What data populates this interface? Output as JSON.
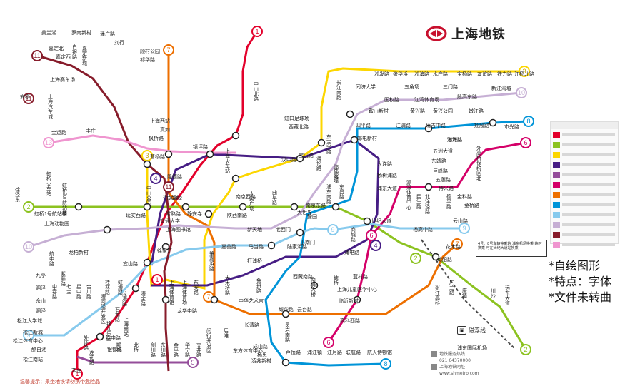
{
  "brand": {
    "name": "上海地铁",
    "logo_icon": "shanghai-metro-logo-icon",
    "color": "#c8102e"
  },
  "notes": [
    "*自绘图形",
    "*特点：字体",
    "*文件未转曲"
  ],
  "maglev_label": "磁浮线",
  "contact": {
    "hotline_label": "地铁服务热线",
    "hotline": "021 64370000",
    "web_label": "上海地铁网址",
    "web": "www.shmetro.com"
  },
  "transfer_note": "4号、8号车辆换乘站 浦东机场换乘 临时换乘 可在世纪大道站换乘",
  "footer": "温馨提示：乘坐地铁请勿携带危险品",
  "lines": [
    {
      "id": "1",
      "color": "#e3002b"
    },
    {
      "id": "2",
      "color": "#8cc220"
    },
    {
      "id": "3",
      "color": "#fcd600"
    },
    {
      "id": "4",
      "color": "#461d84"
    },
    {
      "id": "5",
      "color": "#944d9a"
    },
    {
      "id": "6",
      "color": "#d40068"
    },
    {
      "id": "7",
      "color": "#ed6f00"
    },
    {
      "id": "8",
      "color": "#0094d8"
    },
    {
      "id": "9",
      "color": "#87caed"
    },
    {
      "id": "10",
      "color": "#c6afd4"
    },
    {
      "id": "11",
      "color": "#871c2b"
    },
    {
      "id": "13",
      "color": "#ef95cf"
    }
  ],
  "stations": {
    "s01": "美兰湖",
    "s02": "罗南新村",
    "s03": "潘广路",
    "s04": "刘行",
    "s05": "顾村公园",
    "s06": "祁华路",
    "s07": "嘉定北",
    "s08": "嘉定西",
    "s09": "白银路",
    "s10": "嘉定新城",
    "s11": "上海赛车场",
    "s12": "安亭",
    "s13": "上海汽车城",
    "s14": "金运路",
    "s15": "丰庄",
    "s16": "虹桥火车站",
    "s17": "虹桥2号航站楼",
    "s18": "徐泾东",
    "s19": "虹桥1号航站楼",
    "s20": "上海动物园",
    "s21": "龙柏新村",
    "s22": "航中路",
    "s23": "紫藤路",
    "s24": "上海火车站",
    "s25": "中山公园",
    "s26": "曹杨路",
    "s27": "镇坪路",
    "s28": "静安寺",
    "s29": "江苏路",
    "s30": "延安西路",
    "s31": "宜山路",
    "s32": "徐家汇",
    "s33": "上海图书馆",
    "s34": "陕西南路",
    "s35": "常熟路",
    "s36": "人民广场",
    "s37": "南京东路",
    "s38": "南京西路",
    "s39": "汉中路",
    "s40": "曲阜路",
    "s41": "大世界",
    "s42": "老西门",
    "s43": "新天地",
    "s44": "陆家浜路",
    "s45": "马当路",
    "s46": "打浦桥",
    "s47": "世纪大道",
    "s48": "浦电路",
    "s49": "东方体育中心",
    "s50": "凌兆新村",
    "s51": "芦恒路",
    "s52": "浦江镇",
    "s53": "江月路",
    "s54": "联航路",
    "s55": "航天博物馆",
    "s56": "浦东国际机场",
    "s57": "龙阳路",
    "s58": "张江高科",
    "s59": "金科路",
    "s60": "广兰路",
    "s61": "唐镇",
    "s62": "川沙",
    "s63": "远东大道",
    "s64": "花木路",
    "s65": "杨高中路",
    "s66": "中山北路",
    "s67": "宝山路",
    "s68": "海伦路",
    "s69": "临平路",
    "s70": "大连路",
    "s71": "杨树浦路",
    "s72": "浦东大道",
    "s73": "东宝兴路",
    "s74": "虹口足球场",
    "s75": "西藏北路",
    "s76": "长江南路",
    "s77": "淞发路",
    "s78": "张华浜",
    "s79": "淞滨路",
    "s80": "水产路",
    "s81": "宝杨路",
    "s82": "友谊路",
    "s83": "铁力路",
    "s84": "江杨北路",
    "s85": "新江湾城",
    "s86": "殷高东路",
    "s87": "三门路",
    "s88": "江湾体育场",
    "s89": "五角场",
    "s90": "国权路",
    "s91": "同济大学",
    "s92": "市光路",
    "s93": "嫩江路",
    "s94": "翔殷路",
    "s95": "黄兴公园",
    "s96": "延吉中路",
    "s97": "黄兴路",
    "s98": "江浦路",
    "s99": "鞍山新村",
    "s100": "四平路",
    "s101": "邮电新村",
    "s102": "港城路",
    "s103": "外高桥保税区北",
    "s104": "洲海路",
    "s105": "五洲大道",
    "s106": "东靖路",
    "s107": "巨峰路",
    "s108": "五莲路",
    "s109": "博兴路",
    "s110": "金桥路",
    "s111": "云山路",
    "s112": "德平路",
    "s113": "北洋泾路",
    "s114": "民生路",
    "s115": "源深体育中心",
    "s116": "上海南站",
    "s117": "漕宝路",
    "s118": "上海体育馆",
    "s119": "上海体育场",
    "s120": "东安路",
    "s121": "龙华中路",
    "s122": "后滩",
    "s123": "长清路",
    "s124": "耀华路",
    "s125": "云台路",
    "s126": "高科西路",
    "s127": "成山路",
    "s128": "杨思",
    "s129": "灵岩南路",
    "s130": "中华艺术宫",
    "s131": "西藏南路",
    "s132": "鲁班路",
    "s133": "大木桥路",
    "s134": "嘉善路",
    "s135": "肇嘉浜路",
    "s136": "交通大学",
    "s137": "江苏路2",
    "s138": "隆德路",
    "s139": "真如",
    "s140": "枫桥路",
    "s141": "上海西站",
    "s142": "莘庄",
    "s143": "外环路",
    "s144": "莲花路",
    "s145": "锦江乐园",
    "s146": "石龙路",
    "s147": "龙漕路",
    "s148": "春申路",
    "s149": "银都路",
    "s150": "颛桥",
    "s151": "北桥",
    "s152": "剑川路",
    "s153": "东川路",
    "s154": "金平路",
    "s155": "华宁路",
    "s156": "文井路",
    "s157": "闵行开发区",
    "s158": "九亭",
    "s159": "泗泾",
    "s160": "佘山",
    "s161": "洞泾",
    "s162": "松江大学城",
    "s163": "松江新城",
    "s164": "松江体育中心",
    "s165": "醉白池",
    "s166": "松江南站",
    "s167": "中春路",
    "s168": "七宝",
    "s169": "星中路",
    "s170": "合川路",
    "s171": "漕河泾开发区",
    "s172": "桂林路",
    "s173": "虹漕路",
    "s174": "上海儿童医学中心",
    "s175": "临沂新村",
    "s176": "蓝村路",
    "s177": "塘桥",
    "s178": "南浦大桥",
    "s179": "小南门",
    "s180": "豫园",
    "s181": "商城路",
    "s182": "陆家嘴",
    "s183": "东昌路",
    "s184": "浦东南路"
  }
}
